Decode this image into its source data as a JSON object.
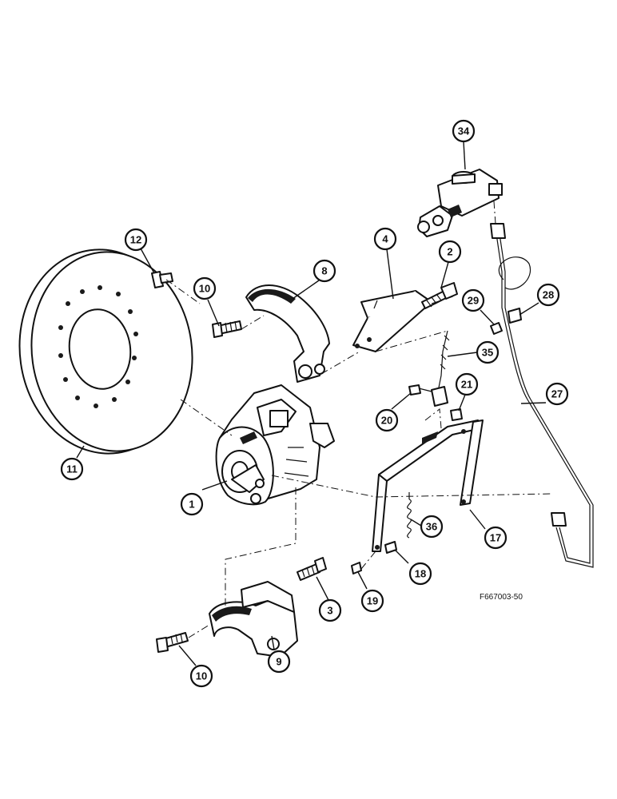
{
  "figure_code": "F667003-50",
  "callouts": [
    {
      "label": "34"
    },
    {
      "label": "12"
    },
    {
      "label": "4"
    },
    {
      "label": "2"
    },
    {
      "label": "10"
    },
    {
      "label": "8"
    },
    {
      "label": "29"
    },
    {
      "label": "28"
    },
    {
      "label": "35"
    },
    {
      "label": "21"
    },
    {
      "label": "27"
    },
    {
      "label": "20"
    },
    {
      "label": "11"
    },
    {
      "label": "1"
    },
    {
      "label": "36"
    },
    {
      "label": "17"
    },
    {
      "label": "18"
    },
    {
      "label": "3"
    },
    {
      "label": "19"
    },
    {
      "label": "10"
    },
    {
      "label": "9"
    }
  ]
}
